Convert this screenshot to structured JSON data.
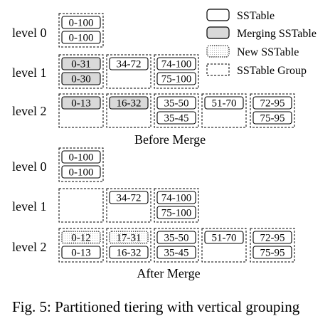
{
  "legend": {
    "sstable": "SSTable",
    "merging": "Merging SSTable",
    "new": "New SSTable",
    "group": "SSTable Group"
  },
  "colors": {
    "merging_fill": "#d9d9d9",
    "new_dot": "#9a9a9a",
    "border": "#000000"
  },
  "before": {
    "caption": "Before Merge",
    "levels": [
      {
        "label": "level 0",
        "groups": [
          {
            "tables": [
              {
                "text": "0-100",
                "state": "normal"
              },
              {
                "text": "0-100",
                "state": "normal"
              }
            ]
          }
        ]
      },
      {
        "label": "level 1",
        "groups": [
          {
            "tables": [
              {
                "text": "0-31",
                "state": "merging"
              },
              {
                "text": "0-30",
                "state": "merging"
              }
            ]
          },
          {
            "tables": [
              {
                "text": "34-72",
                "state": "normal"
              }
            ]
          },
          {
            "tables": [
              {
                "text": "74-100",
                "state": "normal"
              },
              {
                "text": "75-100",
                "state": "normal"
              }
            ]
          }
        ]
      },
      {
        "label": "level 2",
        "groups": [
          {
            "tables": [
              {
                "text": "0-13",
                "state": "merging"
              }
            ]
          },
          {
            "tables": [
              {
                "text": "16-32",
                "state": "merging"
              }
            ]
          },
          {
            "tables": [
              {
                "text": "35-50",
                "state": "normal"
              },
              {
                "text": "35-45",
                "state": "normal"
              }
            ]
          },
          {
            "tables": [
              {
                "text": "51-70",
                "state": "normal"
              }
            ]
          },
          {
            "tables": [
              {
                "text": "72-95",
                "state": "normal"
              },
              {
                "text": "75-95",
                "state": "normal"
              }
            ]
          }
        ]
      }
    ]
  },
  "after": {
    "caption": "After Merge",
    "levels": [
      {
        "label": "level 0",
        "groups": [
          {
            "tables": [
              {
                "text": "0-100",
                "state": "normal"
              },
              {
                "text": "0-100",
                "state": "normal"
              }
            ]
          }
        ]
      },
      {
        "label": "level 1",
        "groups": [
          {
            "tables": []
          },
          {
            "tables": [
              {
                "text": "34-72",
                "state": "normal"
              }
            ]
          },
          {
            "tables": [
              {
                "text": "74-100",
                "state": "normal"
              },
              {
                "text": "75-100",
                "state": "normal"
              }
            ]
          }
        ]
      },
      {
        "label": "level 2",
        "groups": [
          {
            "tables": [
              {
                "text": "0-12",
                "state": "new"
              },
              {
                "text": "0-13",
                "state": "normal"
              }
            ]
          },
          {
            "tables": [
              {
                "text": "17-31",
                "state": "new"
              },
              {
                "text": "16-32",
                "state": "normal"
              }
            ]
          },
          {
            "tables": [
              {
                "text": "35-50",
                "state": "normal"
              },
              {
                "text": "35-45",
                "state": "normal"
              }
            ]
          },
          {
            "tables": [
              {
                "text": "51-70",
                "state": "normal"
              }
            ]
          },
          {
            "tables": [
              {
                "text": "72-95",
                "state": "normal"
              },
              {
                "text": "75-95",
                "state": "normal"
              }
            ]
          }
        ]
      }
    ]
  },
  "figure_caption": "Fig. 5: Partitioned tiering with vertical grouping"
}
